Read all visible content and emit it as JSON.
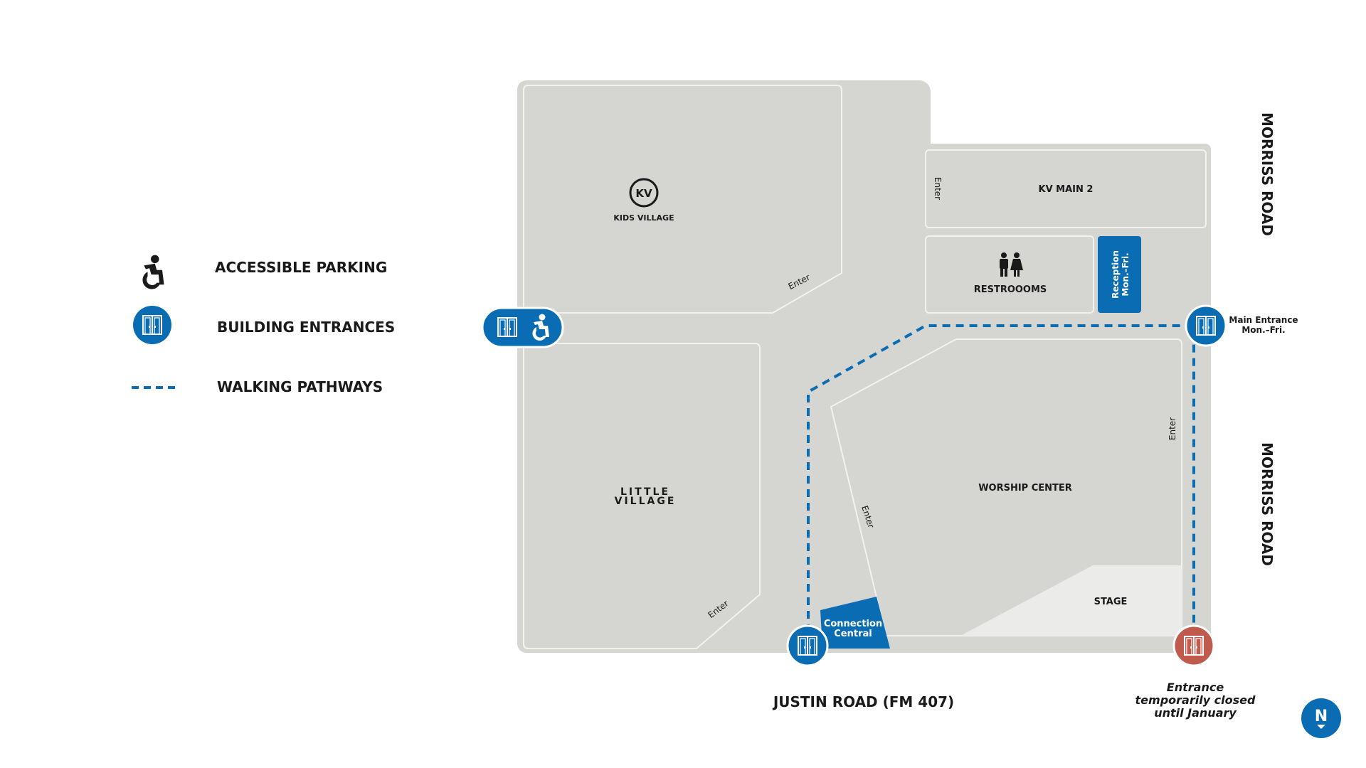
{
  "legend": {
    "accessible_parking": "ACCESSIBLE PARKING",
    "building_entrances": "BUILDING ENTRANCES",
    "walking_pathways": "WALKING PATHWAYS"
  },
  "buildings": {
    "kids_village_logo": "KV",
    "kids_village": "KIDS VILLAGE",
    "little_village_line1": "LITTLE",
    "little_village_line2": "VILLAGE",
    "kv_main_2": "KV MAIN 2",
    "restrooms": "RESTROOOMS",
    "reception_line1": "Reception",
    "reception_line2": "Mon.–Fri.",
    "worship_center": "WORSHIP CENTER",
    "stage": "STAGE",
    "connection_central_line1": "Connection",
    "connection_central_line2": "Central"
  },
  "enter_label": "Enter",
  "entrances": {
    "main_line1": "Main Entrance",
    "main_line2": "Mon.–Fri.",
    "closed_line1": "Entrance",
    "closed_line2": "temporarily closed",
    "closed_line3": "until January"
  },
  "roads": {
    "east": "MORRISS ROAD",
    "south": "JUSTIN ROAD (FM 407)"
  },
  "compass": "N",
  "colors": {
    "blue": "#0a6db3",
    "closed_red": "#bf5a4c",
    "ground": "#d5d6d2",
    "stage": "#ebebea"
  }
}
